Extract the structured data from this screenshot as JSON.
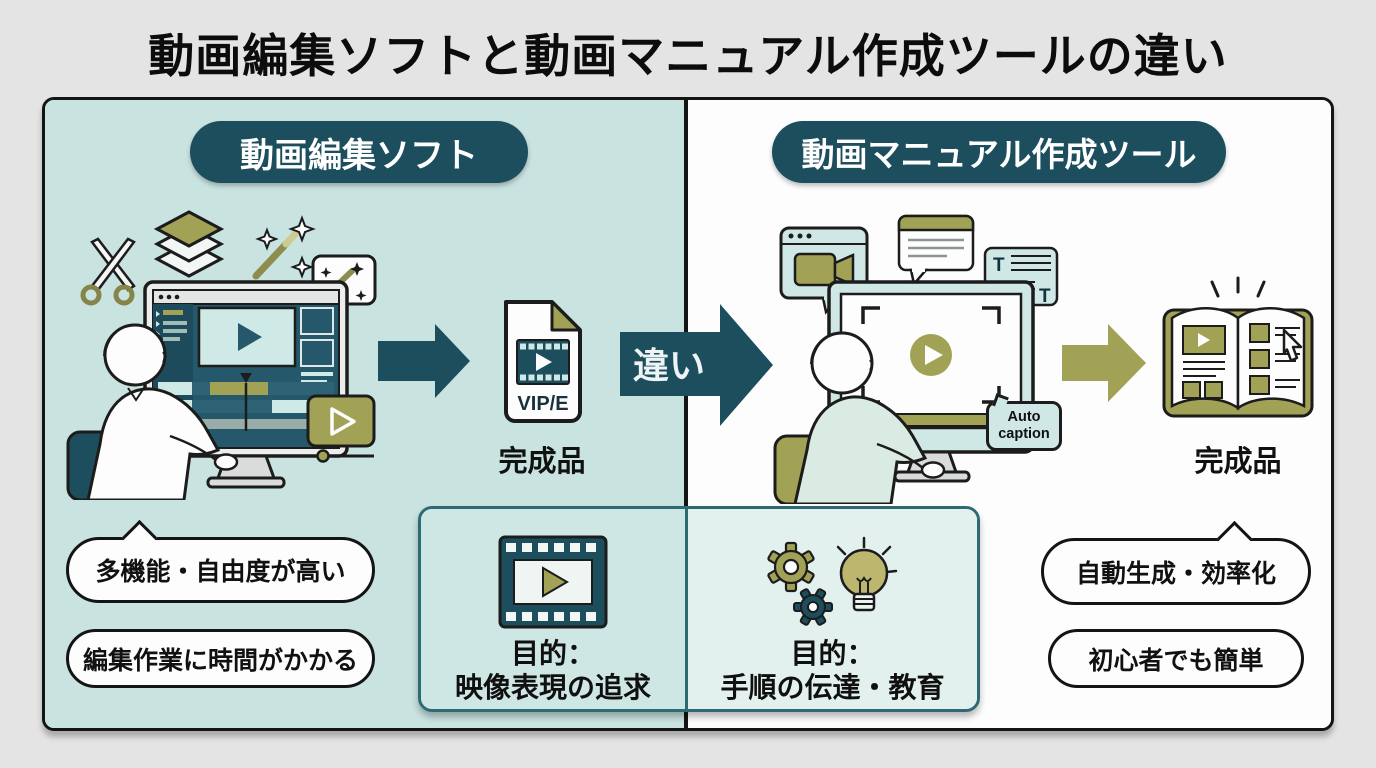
{
  "title": "動画編集ソフトと動画マニュアル作成ツールの違い",
  "center": {
    "difference_arrow_label": "違い"
  },
  "left_panel": {
    "header": "動画編集ソフト",
    "output": {
      "file_type_label": "VIP/E",
      "caption": "完成品"
    },
    "bubbles": [
      "多機能・自由度が高い",
      "編集作業に時間がかかる"
    ]
  },
  "right_panel": {
    "header": "動画マニュアル作成ツール",
    "auto_caption_label": "Auto caption",
    "text_bubble_letter": "T",
    "output": {
      "caption": "完成品"
    },
    "bubbles": [
      "自動生成・効率化",
      "初心者でも簡単"
    ]
  },
  "purpose_box": {
    "left": {
      "icon": "film-strip-icon",
      "prefix": "目的：",
      "label": "映像表現の追求"
    },
    "right": {
      "icon": "gears-lightbulb-icon",
      "prefix": "目的：",
      "label": "手順の伝達・教育"
    }
  },
  "colors": {
    "page_background": "#e4e4e4",
    "left_panel_background": "#c9e3e1",
    "right_panel_background": "#fdfdfd",
    "dark_teal": "#1d4e5e",
    "olive": "#a2a257",
    "purpose_box_border": "#2d6a74",
    "outline": "#1c1c1c"
  }
}
